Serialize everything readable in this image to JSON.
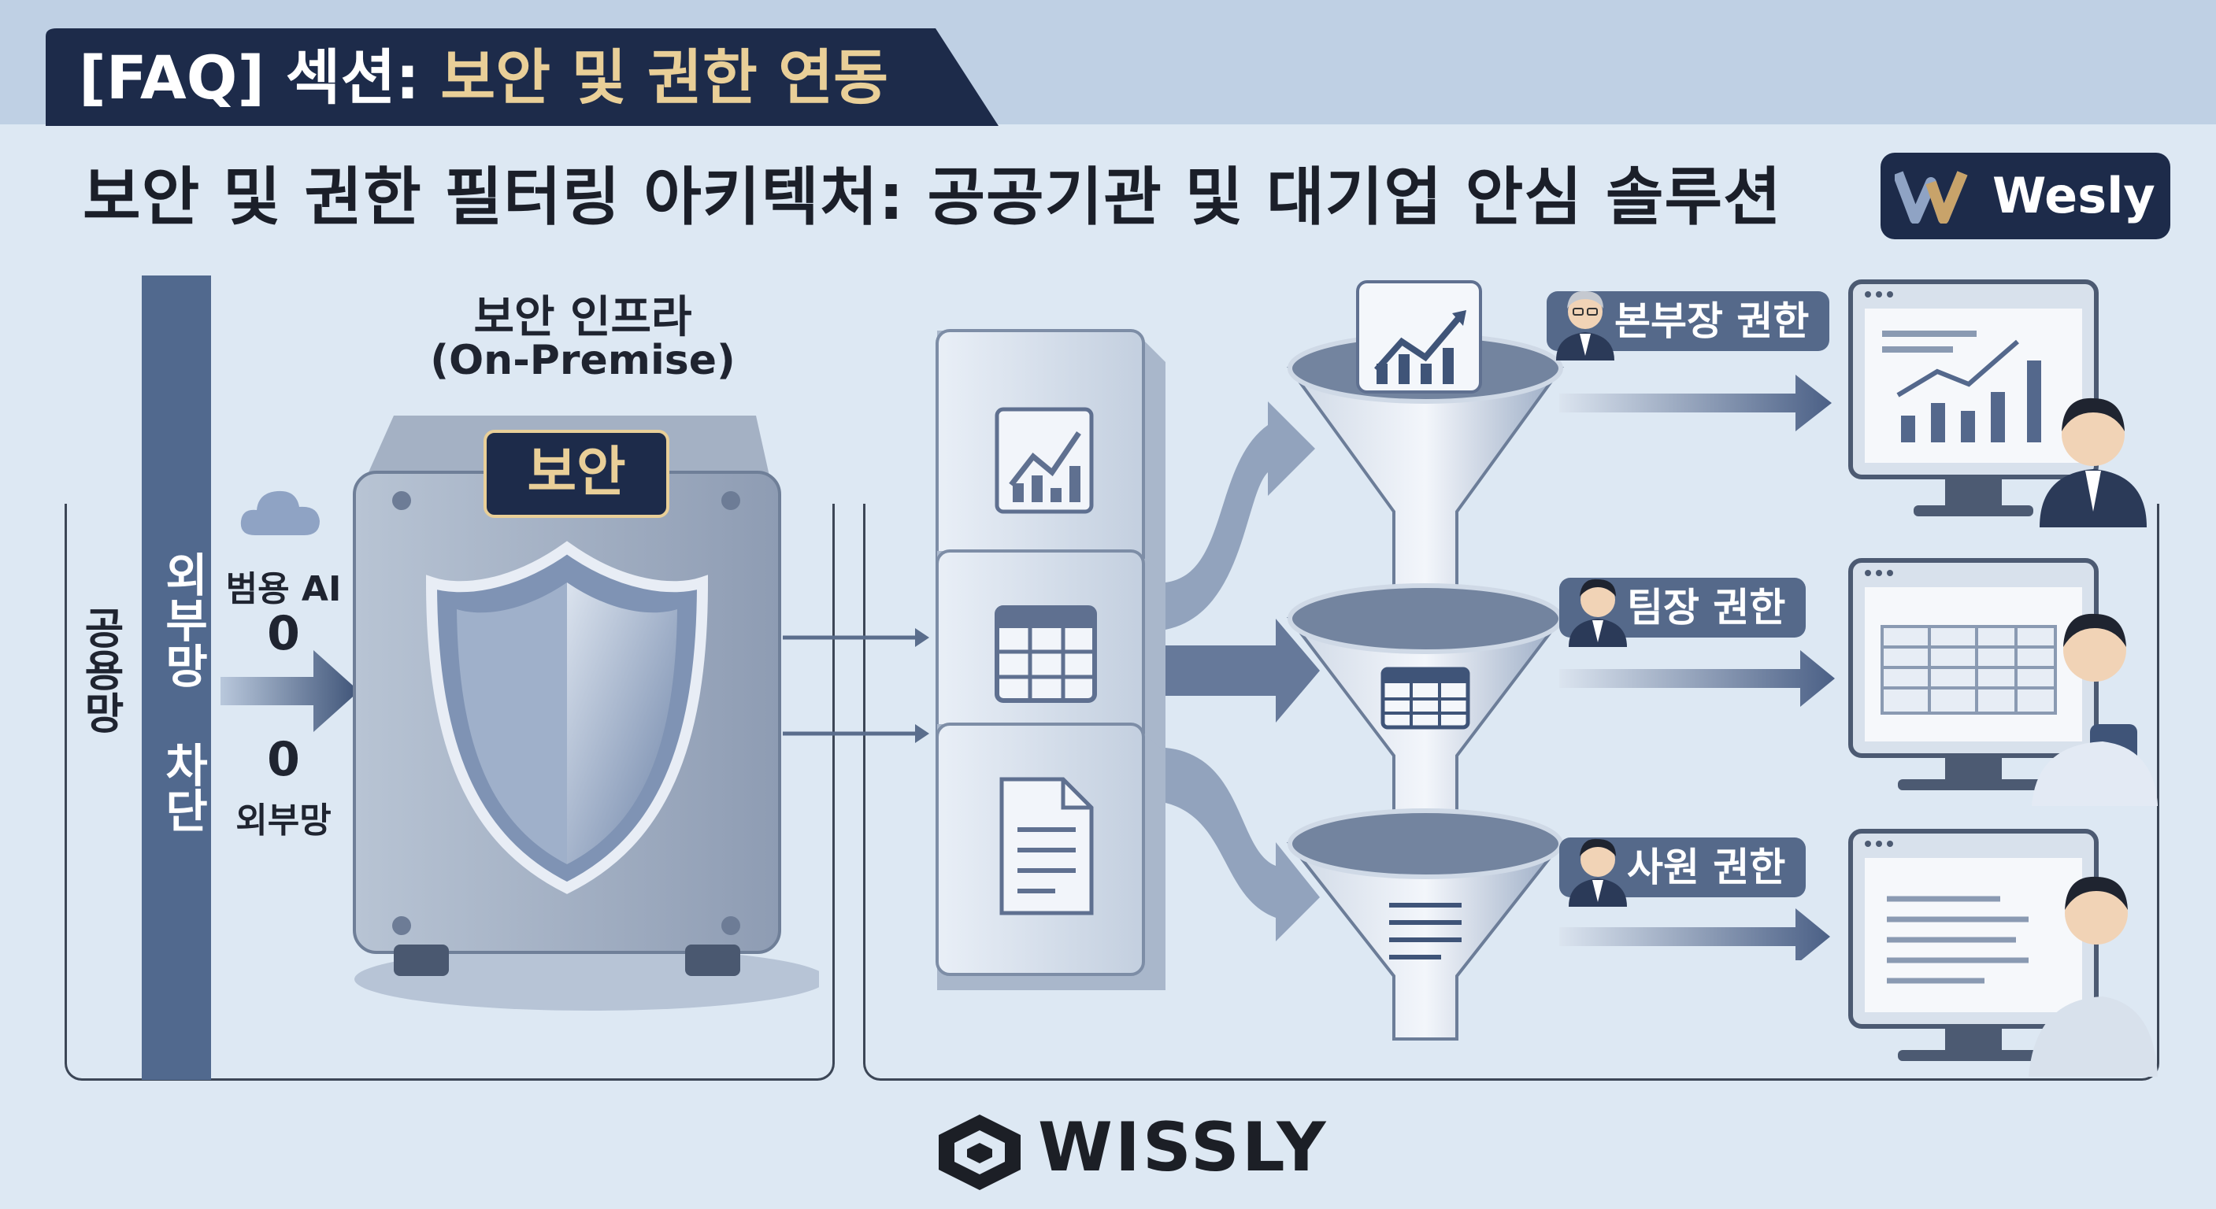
{
  "header": {
    "faq_prefix": "[FAQ] 섹션:",
    "faq_highlight": "보안 및 권한 연동",
    "title": "보안 및 권한 필터링 아키텍처: 공공기관 및 대기업 안심 솔루션",
    "brand_badge": "Wesly"
  },
  "left_section": {
    "public_network": "공용망",
    "external_block": "외부망 차단",
    "general_ai": "범용 AI",
    "general_ai_count": "0",
    "external_count": "0",
    "external_net": "외부망",
    "infra_title": "보안 인프라",
    "infra_subtitle": "(On-Premise)",
    "security_label": "보안"
  },
  "roles": [
    {
      "label": "본부장 권한"
    },
    {
      "label": "팀장 권한"
    },
    {
      "label": "사원 권한"
    }
  ],
  "footer": {
    "logo_text": "WISSLY"
  },
  "colors": {
    "navy": "#1d2b4a",
    "gold": "#e9cf98",
    "slate": "#55698a",
    "background": "#dde8f3"
  }
}
